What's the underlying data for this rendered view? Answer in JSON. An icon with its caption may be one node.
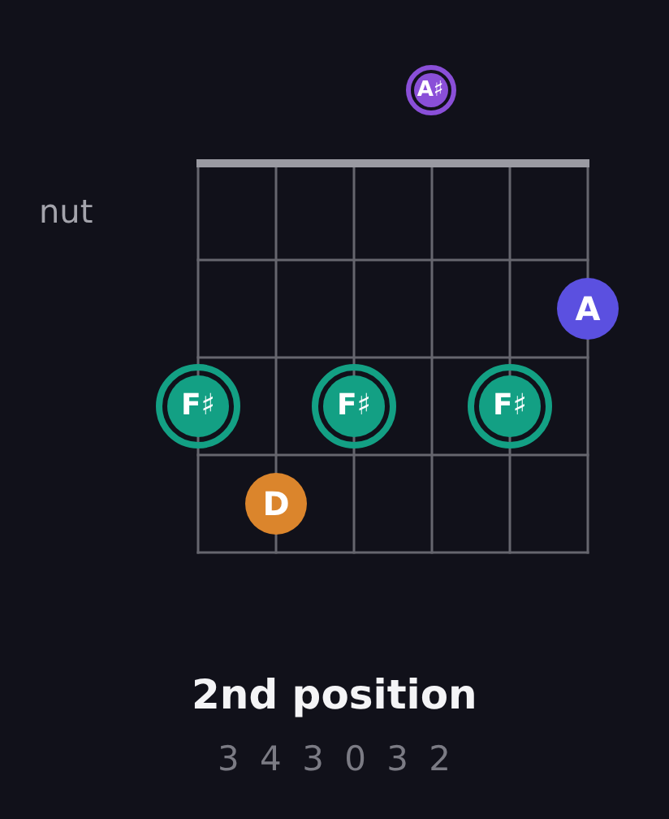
{
  "diagram": {
    "title": "2nd position",
    "nodes": [
      {
        "text": [
          "A♯"
        ]
      },
      {
        "text": [
          "A"
        ]
      },
      {
        "text": [
          "F♯"
        ]
      },
      {
        "text": [
          "F♯"
        ]
      },
      {
        "text": [
          "F♯"
        ]
      },
      {
        "text": [
          "D"
        ]
      }
    ],
    "labels": [
      "nut",
      "3 4 3 0 3 2"
    ]
  }
}
